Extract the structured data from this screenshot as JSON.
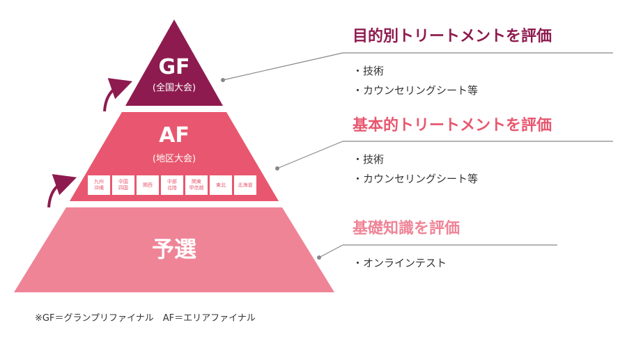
{
  "colors": {
    "gf": "#8e1b4f",
    "af": "#e8576f",
    "yosen": "#ef8497",
    "connector": "#888888",
    "arrow": "#8e1b4f",
    "gf_title": "#8e1b4f",
    "af_title": "#e8576f",
    "yosen_title": "#ef8497"
  },
  "pyramid": {
    "gf": {
      "label": "GF",
      "sub": "(全国大会)"
    },
    "af": {
      "label": "AF",
      "sub": "(地区大会)",
      "regions": [
        "九州\n沖縄",
        "中国\n四国",
        "関西",
        "中部\n北陸",
        "関東\n甲信越",
        "東北",
        "北海道"
      ]
    },
    "yosen": {
      "label": "予選"
    }
  },
  "sections": [
    {
      "title": "目的別トリートメントを評価",
      "items": [
        "技術",
        "カウンセリングシート等"
      ]
    },
    {
      "title": "基本的トリートメントを評価",
      "items": [
        "技術",
        "カウンセリングシート等"
      ]
    },
    {
      "title": "基礎知識を評価",
      "items": [
        "オンラインテスト"
      ]
    }
  ],
  "footnote": "※GF＝グランプリファイナル　AF＝エリアファイナル"
}
